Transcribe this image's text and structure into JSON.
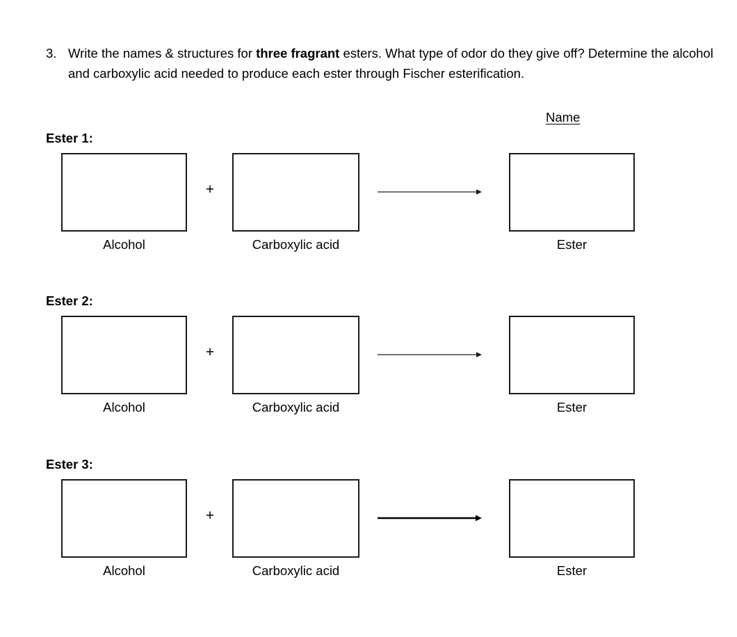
{
  "document": {
    "question": {
      "number": "3.",
      "text_before_bold": "Write the names & structures for ",
      "bold_text": "three fragrant",
      "text_after_bold": " esters.  What type of odor do they give off?  Determine the alcohol and carboxylic acid needed to produce each ester through Fischer esterification."
    },
    "name_field_label": "Name",
    "colors": {
      "text": "#000000",
      "box_border": "#1a1a1a",
      "page_background": "#ffffff"
    },
    "sections": [
      {
        "heading": "Ester 1:",
        "operator": "+",
        "arrow": "reaction-arrow",
        "boxes": [
          {
            "label": "Alcohol",
            "value": ""
          },
          {
            "label": "Carboxylic acid",
            "value": ""
          },
          {
            "label": "Ester",
            "value": ""
          }
        ]
      },
      {
        "heading": "Ester 2:",
        "operator": "+",
        "arrow": "reaction-arrow",
        "boxes": [
          {
            "label": "Alcohol",
            "value": ""
          },
          {
            "label": "Carboxylic acid",
            "value": ""
          },
          {
            "label": "Ester",
            "value": ""
          }
        ]
      },
      {
        "heading": "Ester 3:",
        "operator": "+",
        "arrow": "reaction-arrow",
        "boxes": [
          {
            "label": "Alcohol",
            "value": ""
          },
          {
            "label": "Carboxylic acid",
            "value": ""
          },
          {
            "label": "Ester",
            "value": ""
          }
        ]
      }
    ]
  }
}
